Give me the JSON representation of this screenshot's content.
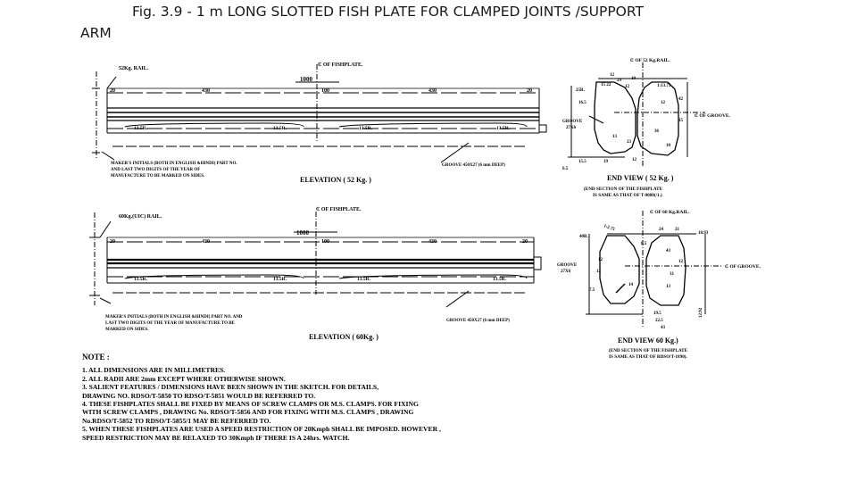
{
  "title_line1": "Fig. 3.9 - 1 m LONG SLOTTED FISH PLATE FOR CLAMPED JOINTS /SUPPORT",
  "title_line2": "ARM",
  "upper": {
    "rail": "52Kg. RAIL.",
    "cl": "₵ OF FISHPLATE.",
    "overall": "1000",
    "dims": [
      "20",
      "430",
      "100",
      "430",
      "20"
    ],
    "slots": [
      "13.5R.",
      "13.5R.",
      "13.5R.",
      "13.5R."
    ],
    "maker": [
      "MAKER'S INITIALS (BOTH IN ENGLISH &HINDI) PART NO.",
      "AND LAST TWO DIGITS OF THE YEAR OF",
      "MANUFACTURE TO BE MARKED ON SIDES."
    ],
    "groove": "GROOVE 450X27 (6 mm DEEP)",
    "elevation": "ELEVATION  ( 52 Kg. )"
  },
  "end52": {
    "cl_rail": "₵ OF 52 Kg.RAIL.",
    "cl_groove": "₵ OF GROOVE.",
    "groove": "GROOVE",
    "groove_size": "27X6",
    "labels": [
      "12",
      "29",
      "10",
      "15 22",
      "12",
      "25R.",
      "16.5",
      "42",
      "15",
      "36",
      "13",
      "23",
      "6.5",
      "10",
      "12",
      "1:13.75",
      "15.5",
      "19",
      "12"
    ],
    "title": "END  VIEW  ( 52 Kg. )",
    "sub": [
      "(END SECTION OF THE FISHPLATE",
      "IS SAME AS THAT OF  T-8088(/1.)"
    ]
  },
  "lower": {
    "rail": "60Kg.(UIC) RAIL.",
    "cl": "₵ OF FISHPLATE.",
    "overall": "1000",
    "dims": [
      "20",
      "430",
      "100",
      "430",
      "20"
    ],
    "slots": [
      "13.5R.",
      "13.5R.",
      "13.5R.",
      "13.5R."
    ],
    "maker": [
      "MAKER'S INITIALS (BOTH IN ENGLISH &HINDI) PART NO. AND",
      "LAST TWO DIGITS OF THE YEAR OF MANUFACTURE TO BE",
      "MARKED ON SIDES."
    ],
    "groove": "GROOVE 450X27 (6 mm DEEP)",
    "elevation": "ELEVATION  ( 60Kg. )"
  },
  "end60": {
    "cl_rail": "₵ OF 60 Kg.RAIL.",
    "cl_groove": "₵ OF GROOVE.",
    "groove": "GROOVE",
    "groove_size": "27X6",
    "labels": [
      "1:2.75",
      "40R.",
      "24",
      "21",
      "18.93",
      "8.5",
      "12",
      "43",
      "12",
      "12",
      "31",
      "14",
      "13",
      "7.5",
      "19.5",
      "22.5",
      "43",
      "12.92"
    ],
    "title": "END  VIEW  60 Kg.)",
    "sub": [
      "(END SECTION OF THE FISHPLATE",
      "IS SAME AS THAT OF RDSO/T-1890)."
    ]
  },
  "notes": {
    "heading": "NOTE :",
    "lines": [
      "1. ALL DIMENSIONS ARE IN MILLIMETRES.",
      "2. ALL RADII ARE 2mm EXCEPT WHERE OTHERWISE SHOWN.",
      "3. SALIENT FEATURES / DIMENSIONS HAVE BEEN SHOWN IN THE SKETCH. FOR DETAILS,",
      "    DRAWING NO. RDSO/T-5850 TO RDSO/T-5851 WOULD BE REFERRED TO.",
      "4. THESE FISHPLATES SHALL BE FIXED BY MEANS OF SCREW CLAMPS OR M.S. CLAMPS. FOR FIXING",
      "    WITH SCREW CLAMPS , DRAWING No. RDSO/T-5856 AND FOR FIXING WITH M.S. CLAMPS , DRAWING",
      "    No.RDSO/T-5852 TO RDSO/T-5855/1 MAY BE REFERRED TO.",
      "5. WHEN THESE FISHPLATES ARE USED A SPEED RESTRICTION OF 20Kmph SHALL BE IMPOSED. HOWEVER ,",
      "    SPEED RESTRICTION MAY BE RELAXED TO 30Kmph IF THERE IS A 24hrs. WATCH."
    ]
  }
}
